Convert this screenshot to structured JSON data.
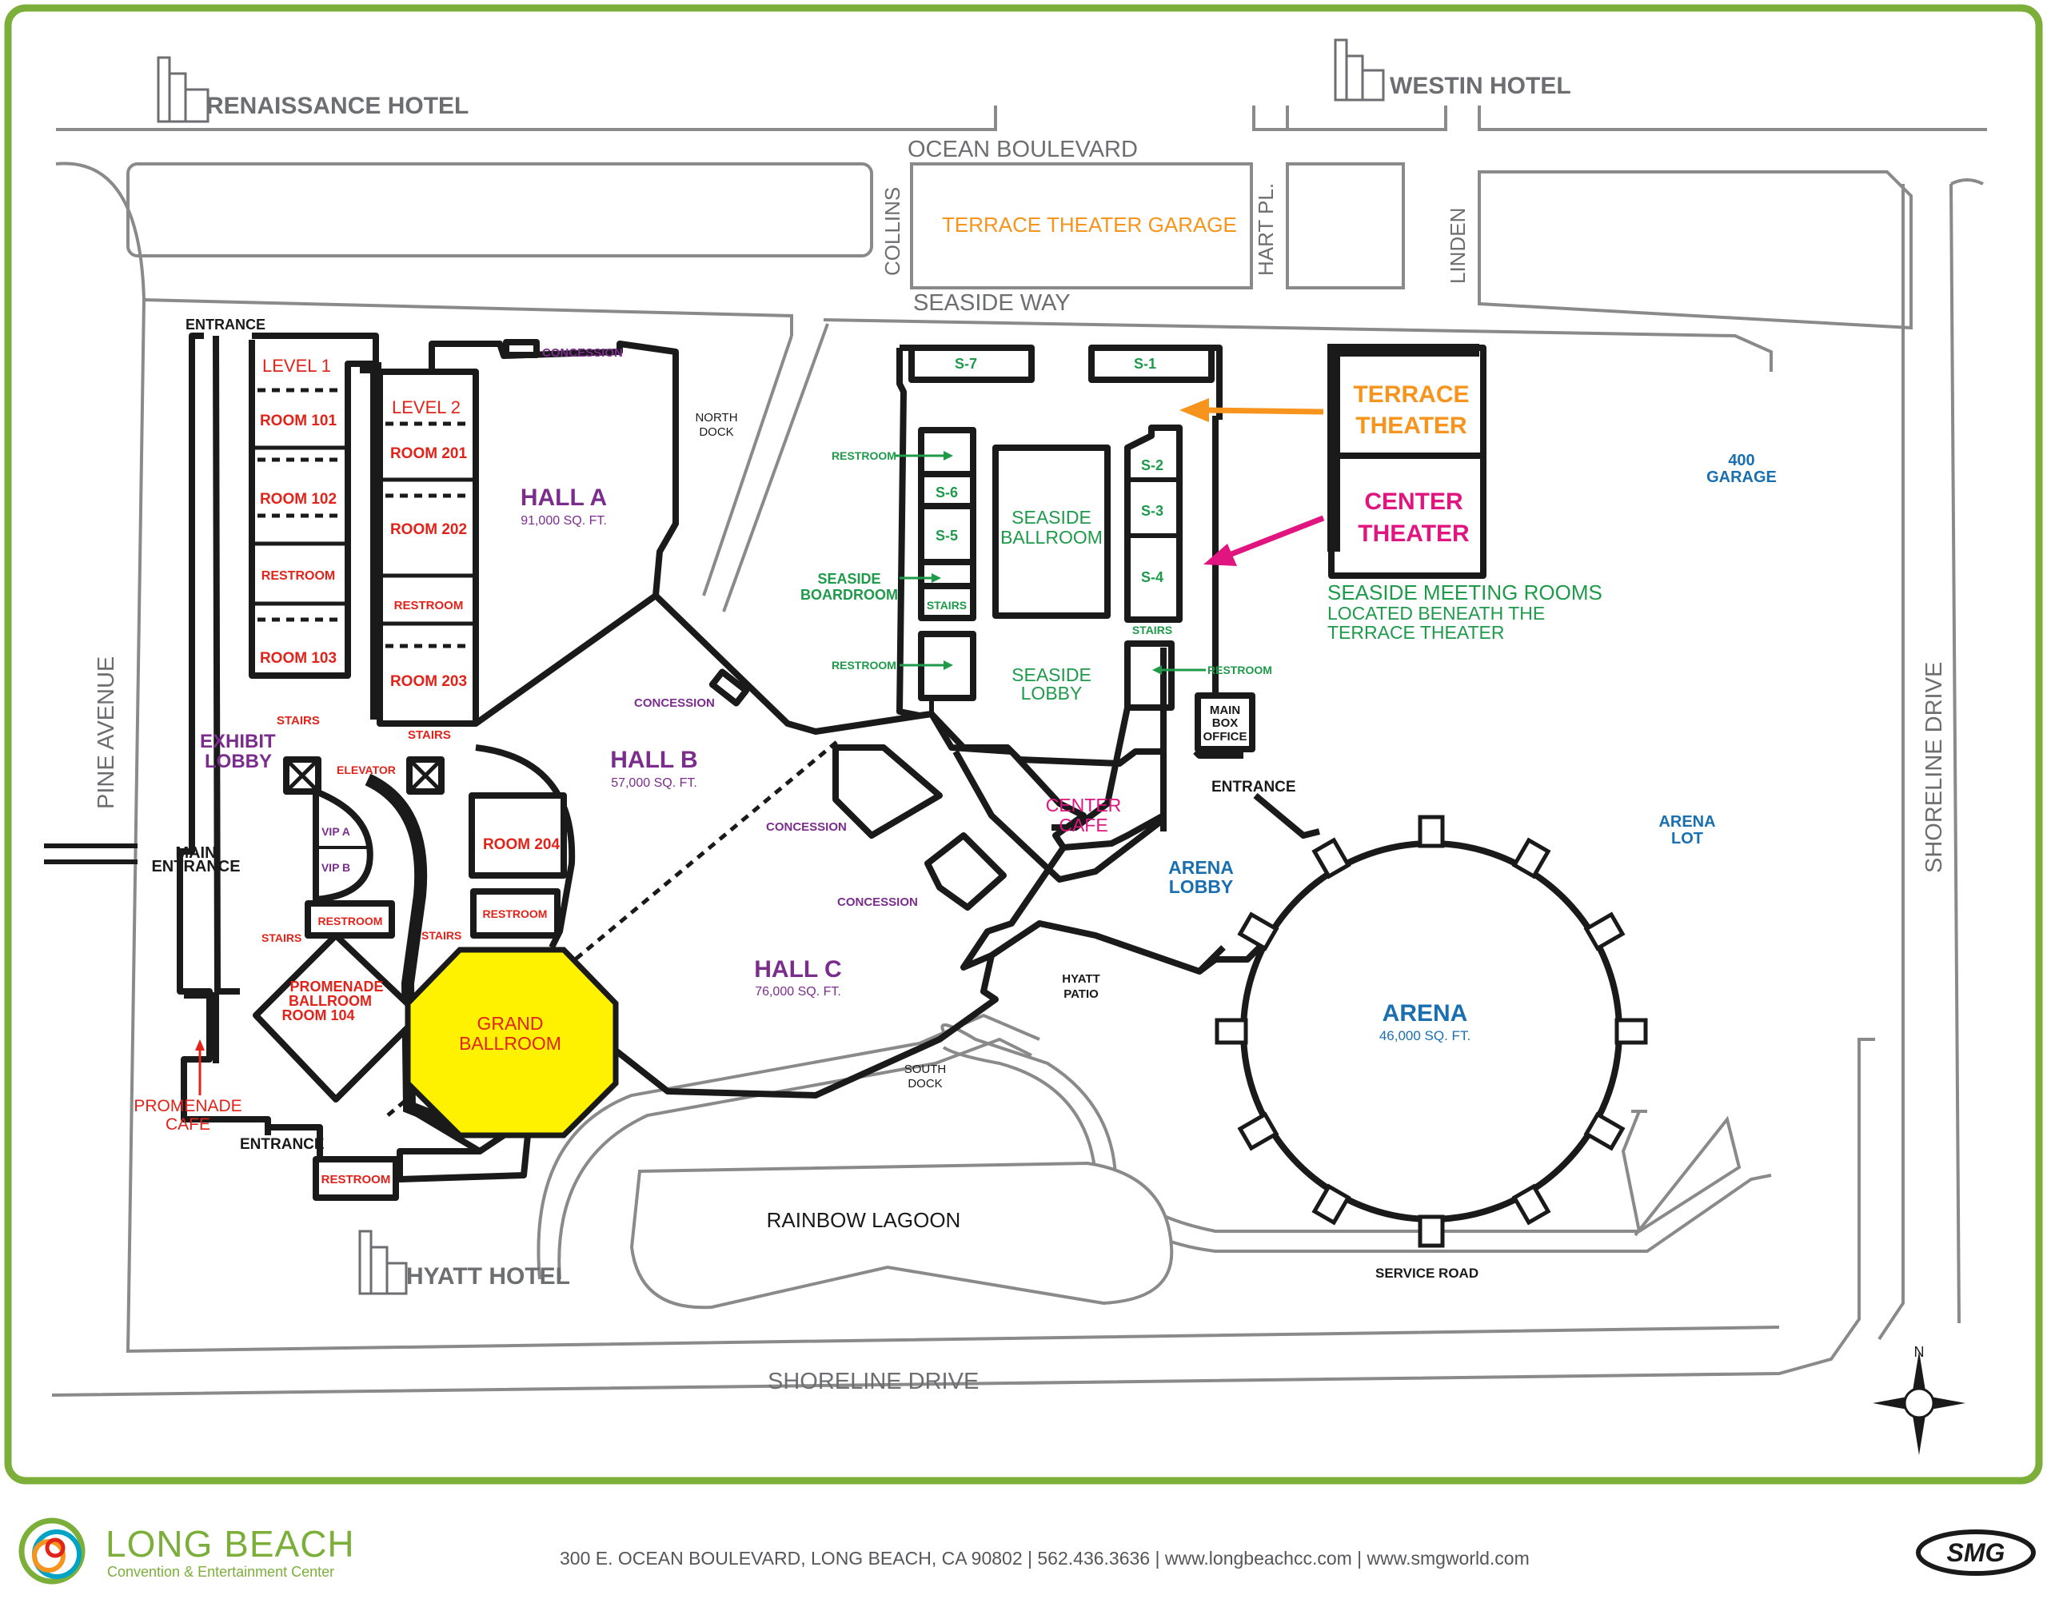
{
  "hotels": {
    "renaissance": "RENAISSANCE HOTEL",
    "westin": "WESTIN HOTEL",
    "hyatt": "HYATT HOTEL"
  },
  "streets": {
    "ocean_boulevard": "OCEAN BOULEVARD",
    "seaside_way": "SEASIDE WAY",
    "collins": "COLLINS",
    "hart_pl": "HART PL.",
    "linden": "LINDEN",
    "pine_avenue": "PINE AVENUE",
    "shoreline_drive_bottom": "SHORELINE DRIVE",
    "shoreline_drive_right": "SHORELINE DRIVE",
    "service_road": "SERVICE ROAD"
  },
  "parking": {
    "terrace_theater_garage": "TERRACE THEATER GARAGE",
    "garage_400_line1": "400",
    "garage_400_line2": "GARAGE",
    "arena_lot_line1": "ARENA",
    "arena_lot_line2": "LOT"
  },
  "exhibit": {
    "entrance_top": "ENTRANCE",
    "level1": "LEVEL 1",
    "level2": "LEVEL 2",
    "room101": "ROOM 101",
    "room102": "ROOM 102",
    "room103": "ROOM 103",
    "room201": "ROOM 201",
    "room202": "ROOM 202",
    "room203": "ROOM 203",
    "room204": "ROOM 204",
    "restroom": "RESTROOM",
    "stairs": "STAIRS",
    "elevator": "ELEVATOR",
    "exhibit_lobby_line1": "EXHIBIT",
    "exhibit_lobby_line2": "LOBBY",
    "vip_a": "VIP A",
    "vip_b": "VIP B",
    "main_entrance_line1": "MAIN",
    "main_entrance_line2": "ENTRANCE",
    "promenade_ballroom_line1": "PROMENADE",
    "promenade_ballroom_line2": "BALLROOM",
    "promenade_ballroom_line3": "ROOM 104",
    "promenade_cafe_line1": "PROMENADE",
    "promenade_cafe_line2": "CAFE",
    "entrance_bottom": "ENTRANCE",
    "grand_ballroom_line1": "GRAND",
    "grand_ballroom_line2": "BALLROOM"
  },
  "halls": {
    "hall_a": "HALL A",
    "hall_a_size": "91,000 SQ. FT.",
    "hall_b": "HALL B",
    "hall_b_size": "57,000 SQ. FT.",
    "hall_c": "HALL C",
    "hall_c_size": "76,000 SQ. FT.",
    "concession": "CONCESSION",
    "north_dock_line1": "NORTH",
    "north_dock_line2": "DOCK",
    "south_dock_line1": "SOUTH",
    "south_dock_line2": "DOCK",
    "hyatt_patio_line1": "HYATT",
    "hyatt_patio_line2": "PATIO"
  },
  "seaside": {
    "s1": "S-1",
    "s2": "S-2",
    "s3": "S-3",
    "s4": "S-4",
    "s5": "S-5",
    "s6": "S-6",
    "s7": "S-7",
    "restroom": "RESTROOM",
    "boardroom_line1": "SEASIDE",
    "boardroom_line2": "BOARDROOM",
    "stairs": "STAIRS",
    "ballroom_line1": "SEASIDE",
    "ballroom_line2": "BALLROOM",
    "lobby_line1": "SEASIDE",
    "lobby_line2": "LOBBY",
    "main_box_office_line1": "MAIN",
    "main_box_office_line2": "BOX",
    "main_box_office_line3": "OFFICE",
    "entrance": "ENTRANCE",
    "center_cafe_line1": "CENTER",
    "center_cafe_line2": "CAFE",
    "note_line1": "SEASIDE MEETING ROOMS",
    "note_line2": "LOCATED BENEATH THE",
    "note_line3": "TERRACE THEATER"
  },
  "theaters": {
    "terrace_line1": "TERRACE",
    "terrace_line2": "THEATER",
    "center_line1": "CENTER",
    "center_line2": "THEATER"
  },
  "arena": {
    "lobby_line1": "ARENA",
    "lobby_line2": "LOBBY",
    "name": "ARENA",
    "size": "46,000 SQ. FT."
  },
  "lagoon": "RAINBOW LAGOON",
  "compass_n": "N",
  "footer": {
    "logo_name": "LONG BEACH",
    "logo_tagline": "Convention & Entertainment Center",
    "address": "300 E. OCEAN BOULEVARD, LONG BEACH, CA 90802 | 562.436.3636 | www.longbeachcc.com | www.smgworld.com",
    "smg": "SMG"
  },
  "colors": {
    "frame": "#7cae3a",
    "room_red": "#e2231a",
    "hall_purple": "#7b2d8e",
    "seaside_green": "#1e9a4a",
    "arena_blue": "#1a6fb0",
    "terrace_orange": "#f7941d",
    "center_magenta": "#e0157f",
    "grand_ballroom_yellow": "#fff200"
  }
}
